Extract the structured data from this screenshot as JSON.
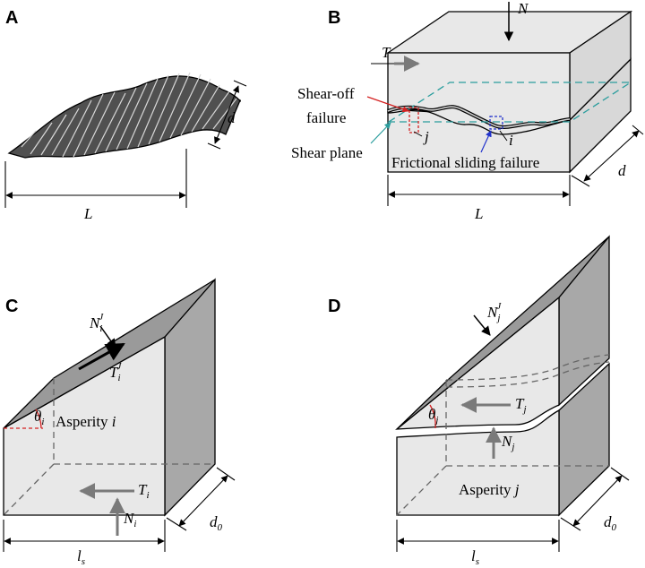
{
  "panels": {
    "a": {
      "label": "A",
      "length_symbol": "L",
      "depth_symbol": "d"
    },
    "b": {
      "label": "B",
      "normal_force": "N",
      "shear_force": "T",
      "shear_off_line1": "Shear-off",
      "shear_off_line2": "failure",
      "asperity_j": "j",
      "asperity_i": "i",
      "shear_plane": "Shear plane",
      "frictional": "Frictional sliding failure",
      "length_symbol": "L",
      "depth_symbol": "d"
    },
    "c": {
      "label": "C",
      "normal_symbol": "N",
      "normal_sub": "i",
      "normal_sup": "J",
      "tangential_symbol": "T",
      "tangential_sub": "i",
      "tangential_sup": "J",
      "angle_symbol": "θ",
      "angle_sub": "i",
      "asperity_text": "Asperity ",
      "asperity_index": "i",
      "force_t": "T",
      "force_t_sub": "i",
      "force_n": "N",
      "force_n_sub": "i",
      "depth_symbol": "d",
      "depth_sub": "0",
      "length_symbol": "l",
      "length_sub": "s"
    },
    "d": {
      "label": "D",
      "normal_symbol": "N",
      "normal_sub": "j",
      "normal_sup": "J",
      "angle_symbol": "θ",
      "angle_sub": "j",
      "force_t": "T",
      "force_t_sub": "j",
      "force_n": "N",
      "force_n_sub": "j",
      "asperity_text": "Asperity ",
      "asperity_index": "j",
      "depth_symbol": "d",
      "depth_sub": "0",
      "length_symbol": "l",
      "length_sub": "s"
    }
  },
  "colors": {
    "face_light": "#e8e8e8",
    "face_mid": "#d8d8d8",
    "face_dark": "#a8a8a8",
    "arrow_gray": "#7a7a7a",
    "guide_teal": "#2a9d9d",
    "shear_off_red": "#d42020",
    "sliding_blue": "#2233cc"
  }
}
